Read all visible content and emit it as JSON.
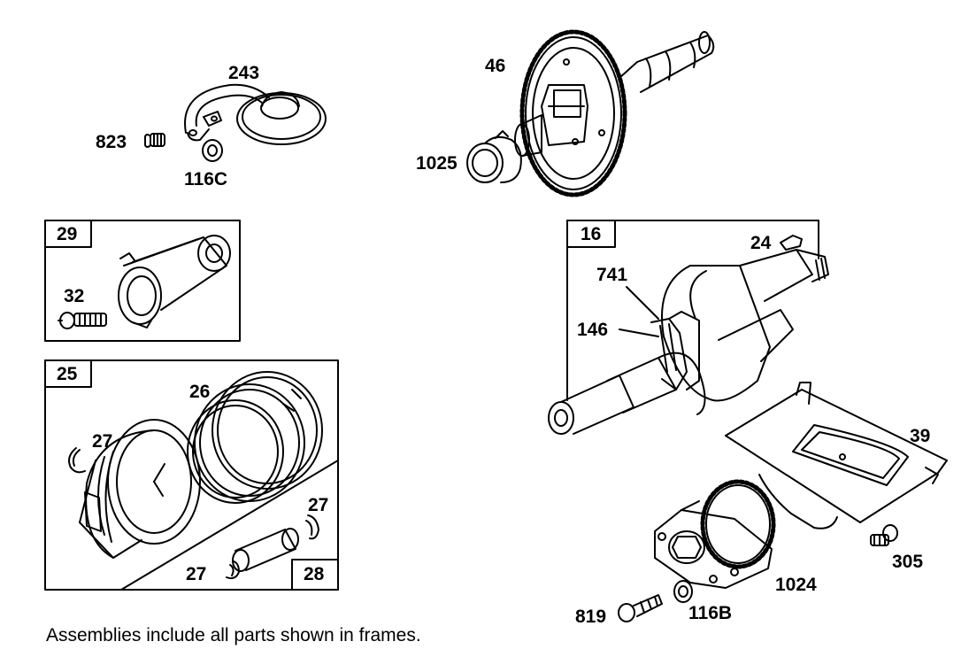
{
  "labels": {
    "p243": "243",
    "p823": "823",
    "p116c": "116C",
    "p46": "46",
    "p1025": "1025",
    "p29": "29",
    "p32": "32",
    "p16": "16",
    "p24": "24",
    "p741": "741",
    "p146": "146",
    "p25": "25",
    "p26": "26",
    "p27a": "27",
    "p27b": "27",
    "p27c": "27",
    "p28": "28",
    "p39": "39",
    "p305": "305",
    "p1024": "1024",
    "p819": "819",
    "p116b": "116B"
  },
  "note": "Assemblies include all parts shown in frames."
}
